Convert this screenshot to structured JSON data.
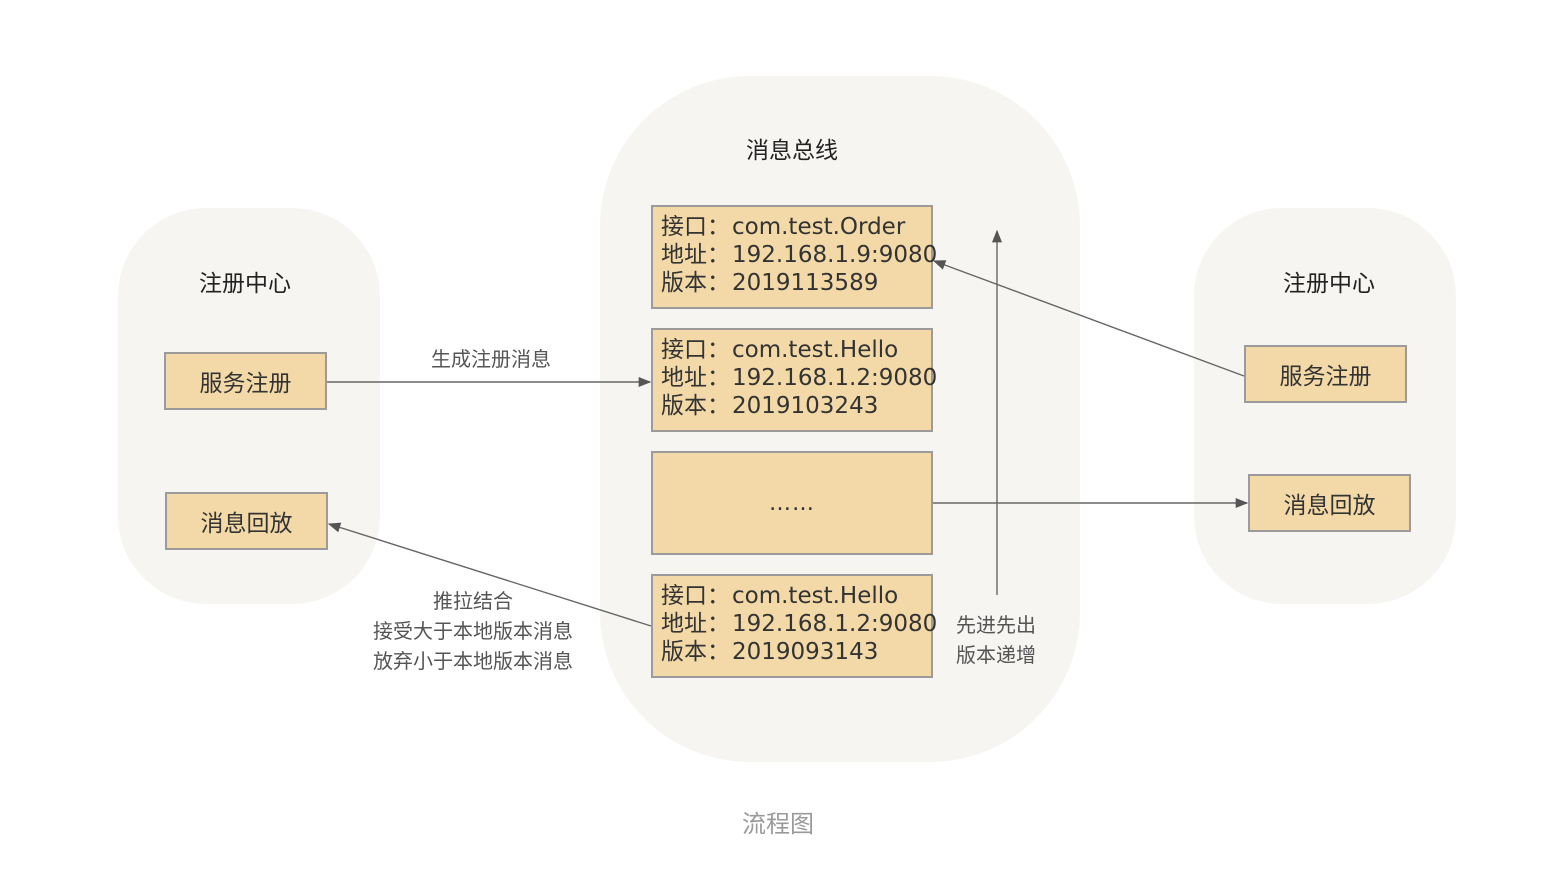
{
  "left_center": {
    "title": "注册中心",
    "register_button": "服务注册",
    "replay_button": "消息回放"
  },
  "right_center": {
    "title": "注册中心",
    "register_button": "服务注册",
    "replay_button": "消息回放"
  },
  "bus": {
    "title": "消息总线",
    "messages": [
      {
        "interface_label": "接口：",
        "interface": "com.test.Order",
        "address_label": "地址：",
        "address": "192.168.1.9:9080",
        "version_label": "版本：",
        "version": "2019113589"
      },
      {
        "interface_label": "接口：",
        "interface": "com.test.Hello",
        "address_label": "地址：",
        "address": "192.168.1.2:9080",
        "version_label": "版本：",
        "version": "2019103243"
      },
      {
        "interface_label": "接口：",
        "interface": "com.test.Hello",
        "address_label": "地址：",
        "address": "192.168.1.2:9080",
        "version_label": "版本：",
        "version": "2019093143"
      }
    ],
    "ellipsis": "……"
  },
  "labels": {
    "generate": "生成注册消息",
    "pull_push_line1": "推拉结合",
    "pull_push_line2": "接受大于本地版本消息",
    "pull_push_line3": "放弃小于本地版本消息",
    "fifo_line1": "先进先出",
    "fifo_line2": "版本递增"
  },
  "caption": "流程图",
  "colors": {
    "region_bg": "#f6f5f2",
    "box_fill": "#f2d9a7",
    "box_border": "#9b9b9b",
    "arrow": "#555555"
  }
}
